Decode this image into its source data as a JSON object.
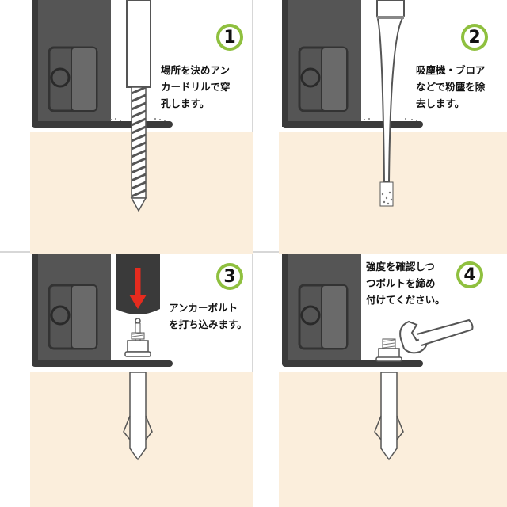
{
  "steps": [
    {
      "number": "1",
      "lines": [
        "場所を決めアン",
        "カードリルで穿",
        "孔します。"
      ]
    },
    {
      "number": "2",
      "lines": [
        "吸塵機・ブロア",
        "などで粉塵を除",
        "去します。"
      ]
    },
    {
      "number": "3",
      "lines": [
        "アンカーボルト",
        "を打ち込みます。"
      ]
    },
    {
      "number": "4",
      "lines": [
        "強度を確認しつ",
        "つボルトを締め",
        "付けてください。"
      ]
    }
  ],
  "colors": {
    "concrete": "#fbeedc",
    "steel": "#4a4a4a",
    "steel_dark": "#2b2b2b",
    "badge_ring": "#8fc03f",
    "arrow": "#e52b1e"
  }
}
